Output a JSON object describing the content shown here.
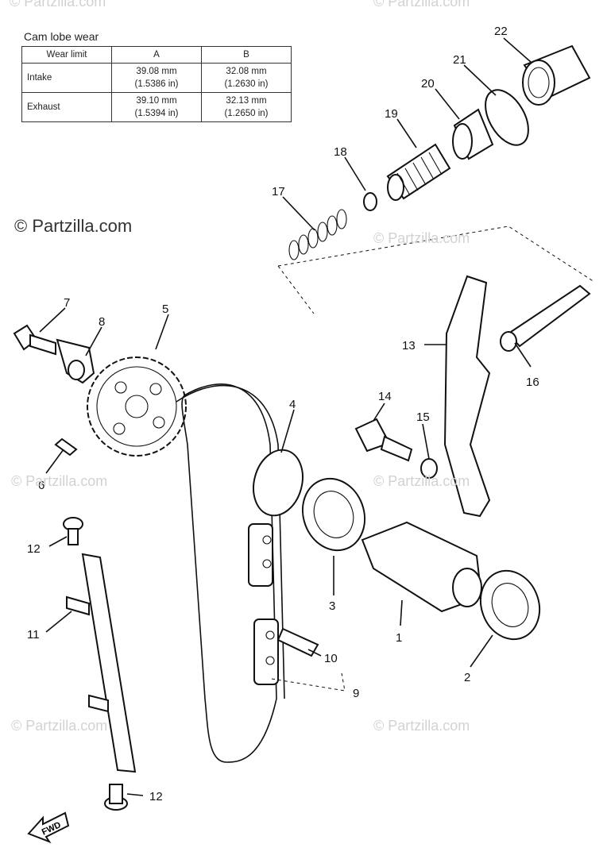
{
  "watermark": "© Partzilla.com",
  "spec_table": {
    "title": "Cam lobe wear",
    "header": [
      "Wear limit",
      "A",
      "B"
    ],
    "rows": [
      {
        "label": "Intake",
        "a_mm": "39.08 mm",
        "a_in": "(1.5386 in)",
        "b_mm": "32.08 mm",
        "b_in": "(1.2630 in)"
      },
      {
        "label": "Exhaust",
        "a_mm": "39.10 mm",
        "a_in": "(1.5394 in)",
        "b_mm": "32.13 mm",
        "b_in": "(1.2650 in)"
      }
    ]
  },
  "callouts": {
    "p1": "1",
    "p2": "2",
    "p3": "3",
    "p4": "4",
    "p5": "5",
    "p6": "6",
    "p7": "7",
    "p8": "8",
    "p9": "9",
    "p10": "10",
    "p11": "11",
    "p12a": "12",
    "p12b": "12",
    "p13": "13",
    "p14": "14",
    "p15": "15",
    "p16": "16",
    "p17": "17",
    "p18": "18",
    "p19": "19",
    "p20": "20",
    "p21": "21",
    "p22": "22"
  },
  "fwd_label": "FWD"
}
